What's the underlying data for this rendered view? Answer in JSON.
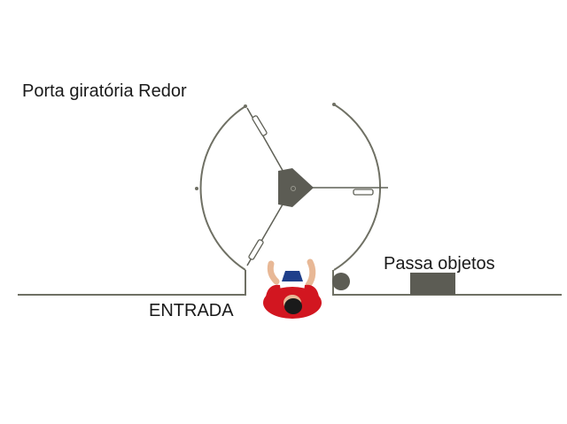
{
  "diagram": {
    "title": "Porta giratória Redor",
    "entrance_label": "ENTRADA",
    "pass_through_label": "Passa objetos"
  },
  "colors": {
    "wall": "#6f7064",
    "door": "#5f6056",
    "hub": "#5c5c54",
    "person_shirt": "#d21620",
    "person_pants": "#1f3f8a",
    "person_skin": "#e8b896",
    "person_hair": "#1a1a1a"
  },
  "icons": {
    "person": "person-top-view-icon"
  }
}
